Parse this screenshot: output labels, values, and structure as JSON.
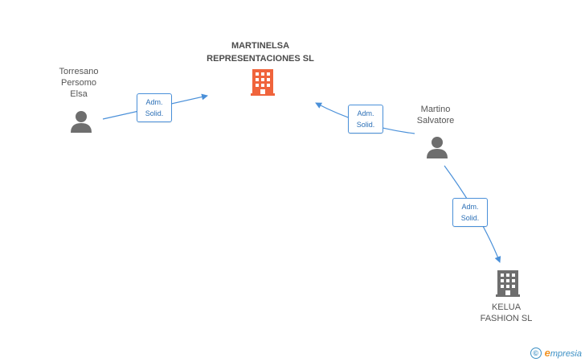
{
  "nodes": {
    "person_torresano": {
      "lines": [
        "Torresano",
        "Persomo",
        "Elsa"
      ]
    },
    "company_martinelsa": {
      "lines": [
        "MARTINELSA",
        "REPRESENTACIONES SL"
      ]
    },
    "person_martino": {
      "lines": [
        "Martino",
        "Salvatore"
      ]
    },
    "company_kelua": {
      "lines": [
        "KELUA",
        "FASHION SL"
      ]
    }
  },
  "edges": [
    {
      "line1": "Adm.",
      "line2": "Solid."
    },
    {
      "line1": "Adm.",
      "line2": "Solid."
    },
    {
      "line1": "Adm.",
      "line2": "Solid."
    }
  ],
  "colors": {
    "edge": "#4a90d9",
    "person_icon": "#6e6e6e",
    "company_main_icon": "#f0643c",
    "company_icon": "#6e6e6e"
  },
  "footer": {
    "copyright_symbol": "©",
    "brand_initial": "e",
    "brand_rest": "mpresia"
  }
}
